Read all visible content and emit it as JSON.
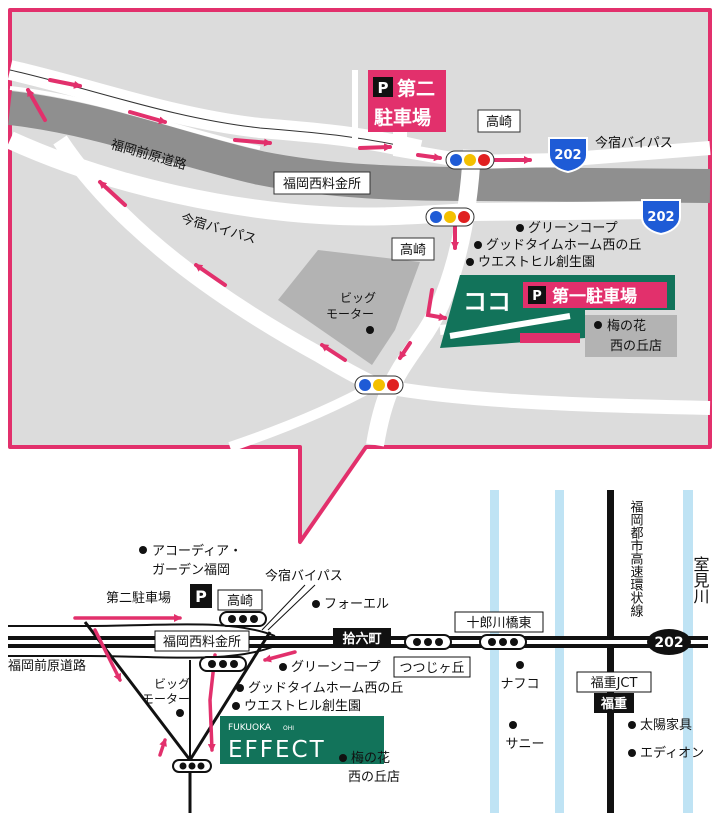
{
  "colors": {
    "pink": "#e2306c",
    "green": "#12735a",
    "road_gray": "#8f8f8f",
    "bg_gray": "#dcdcdc",
    "river": "#bfe3f4",
    "block_gray": "#b3b3b3",
    "signal_blue": "#1e5bd6",
    "signal_yellow": "#f4c000",
    "signal_red": "#e02020"
  },
  "inset": {
    "parking2": {
      "p": "P",
      "line1": "第二",
      "line2": "駐車場"
    },
    "parking1": {
      "p": "P",
      "label": "第一駐車場"
    },
    "koko": "ココ",
    "takasaki_top": "高崎",
    "takasaki_mid": "高崎",
    "imajuku_bypass_right": "今宿バイパス",
    "imajuku_bypass_left": "今宿バイパス",
    "route_shield_1": "202",
    "route_shield_2": "202",
    "fukuoka_maebaru": "福岡前原道路",
    "toll_gate": "福岡西料金所",
    "green_coop": "グリーンコープ",
    "good_time": "グッドタイムホーム西の丘",
    "west_hill": "ウエストヒル創生園",
    "big_motor_1": "ビッグ",
    "big_motor_2": "モーター",
    "umenohana_1": "梅の花",
    "umenohana_2": "西の丘店"
  },
  "main": {
    "acordia_1": "アコーディア・",
    "acordia_2": "ガーデン福岡",
    "parking2_label": "第二駐車場",
    "parking2_p": "P",
    "takasaki": "高崎",
    "imajuku_bypass": "今宿バイパス",
    "fukuoka_nishi_toll": "福岡西料金所",
    "fukuoka_maebaru": "福岡前原道路",
    "forel": "フォーエル",
    "juroku": "拾六町",
    "jurogawa": "十郎川橋東",
    "tsutsujigaoka": "つつじヶ丘",
    "green_coop": "グリーンコープ",
    "good_time": "グッドタイムホーム西の丘",
    "west_hill": "ウエストヒル創生園",
    "big_motor_1": "ビッグ",
    "big_motor_2": "モーター",
    "nafuko": "ナフコ",
    "sunny": "サニー",
    "effect_small": "FUKUOKA",
    "effect_ohi": "OHI",
    "effect_big": "EFFECT",
    "umenohana_1": "梅の花",
    "umenohana_2": "西の丘店",
    "expressway_v": "福岡都市高速環状線",
    "muromi_v": "室見川",
    "route_shield": "202",
    "fukushige_jct": "福重JCT",
    "fukushige": "福重",
    "taiyo": "太陽家具",
    "edion": "エディオン"
  }
}
